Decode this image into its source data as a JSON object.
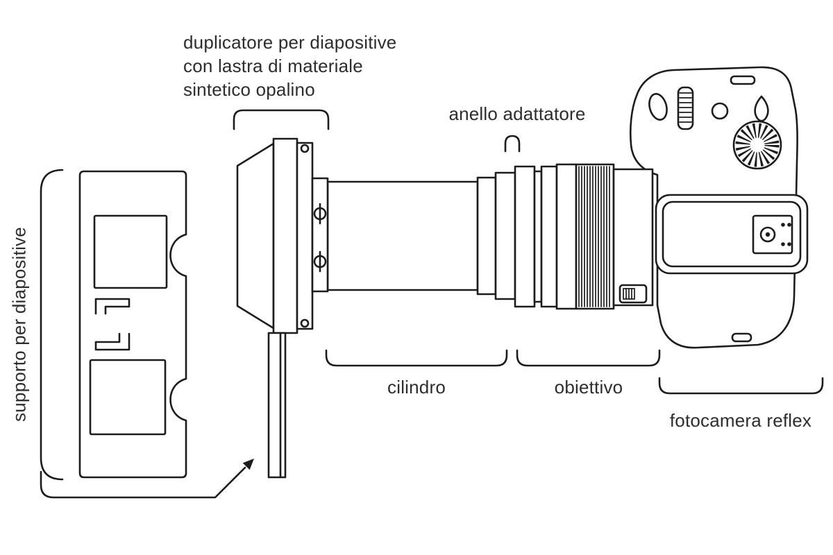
{
  "diagram": {
    "labels": {
      "duplicator": {
        "line1": "duplicatore per diapositive",
        "line2": "con lastra di materiale",
        "line3": "sintetico opalino"
      },
      "adapter_ring": "anello adattatore",
      "slide_holder": "supporto per diapositive",
      "cylinder": "cilindro",
      "lens": "obiettivo",
      "camera": "fotocamera reflex"
    },
    "colors": {
      "line": "#1c1c1c",
      "text": "#2d2d2d",
      "background": "#ffffff"
    }
  }
}
